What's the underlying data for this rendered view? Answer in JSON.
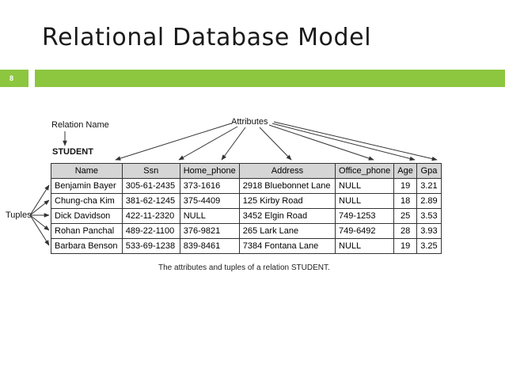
{
  "slide": {
    "title": "Relational Database Model",
    "page_number": "8"
  },
  "figure": {
    "relation_name_label": "Relation Name",
    "attributes_label": "Attributes",
    "tuples_label": "Tuples",
    "relation_title": "STUDENT",
    "caption": "The attributes and tuples of a relation STUDENT."
  },
  "table": {
    "headers": [
      "Name",
      "Ssn",
      "Home_phone",
      "Address",
      "Office_phone",
      "Age",
      "Gpa"
    ],
    "rows": [
      [
        "Benjamin Bayer",
        "305-61-2435",
        "373-1616",
        "2918 Bluebonnet Lane",
        "NULL",
        "19",
        "3.21"
      ],
      [
        "Chung-cha Kim",
        "381-62-1245",
        "375-4409",
        "125 Kirby Road",
        "NULL",
        "18",
        "2.89"
      ],
      [
        "Dick Davidson",
        "422-11-2320",
        "NULL",
        "3452 Elgin Road",
        "749-1253",
        "25",
        "3.53"
      ],
      [
        "Rohan Panchal",
        "489-22-1100",
        "376-9821",
        "265 Lark Lane",
        "749-6492",
        "28",
        "3.93"
      ],
      [
        "Barbara Benson",
        "533-69-1238",
        "839-8461",
        "7384 Fontana Lane",
        "NULL",
        "19",
        "3.25"
      ]
    ]
  },
  "colors": {
    "accent": "#8dc63f",
    "header_fill": "#d5d5d5"
  }
}
